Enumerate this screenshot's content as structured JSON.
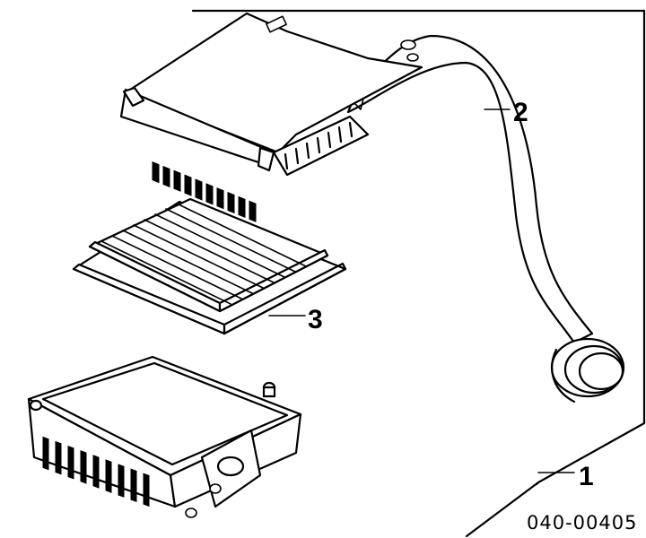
{
  "diagram": {
    "callouts": [
      {
        "id": "part-1",
        "label": "1"
      },
      {
        "id": "part-2",
        "label": "2"
      },
      {
        "id": "part-3",
        "label": "3"
      }
    ],
    "reference_code": "040-00405"
  }
}
